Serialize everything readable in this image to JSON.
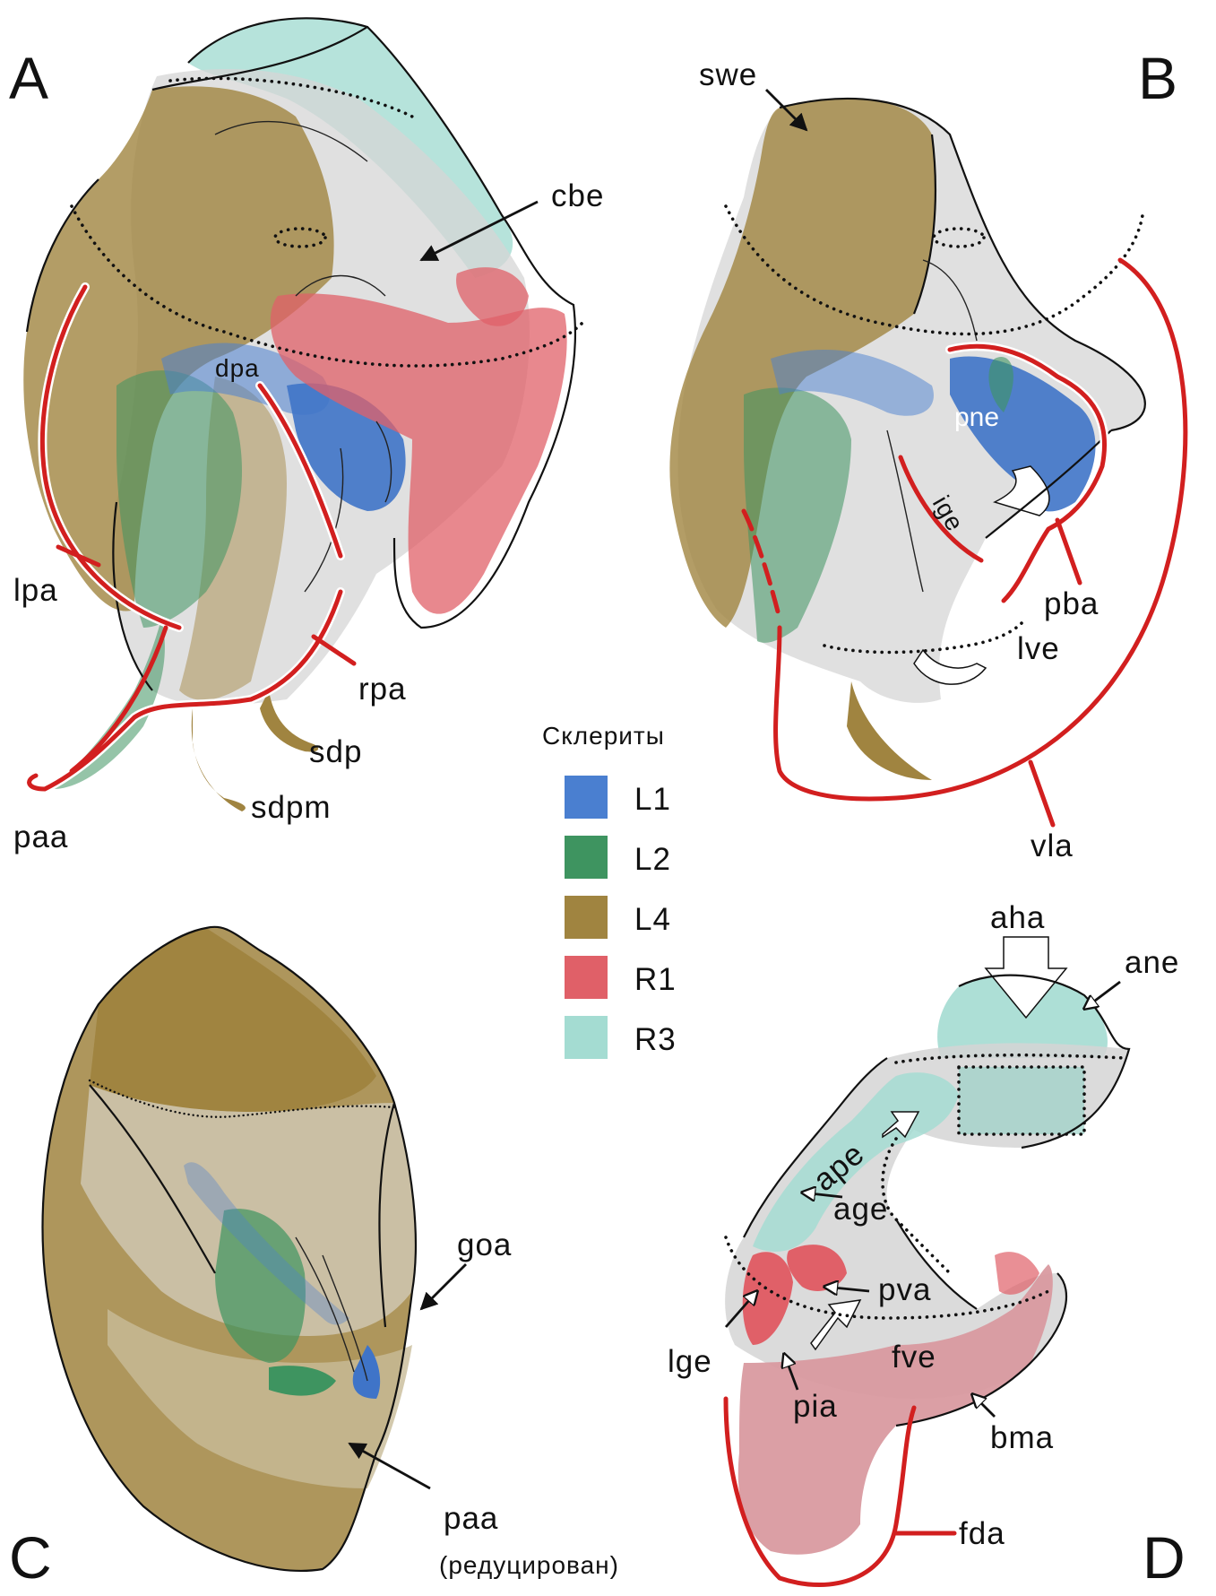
{
  "panels": {
    "A": {
      "letter": "A",
      "labels": {
        "cbe": "cbe",
        "dpa": "dpa",
        "lpa": "lpa",
        "rpa": "rpa",
        "sdp": "sdp",
        "sdpm": "sdpm",
        "paa": "paa"
      }
    },
    "B": {
      "letter": "B",
      "labels": {
        "swe": "swe",
        "pne": "pne",
        "ige": "ige",
        "pba": "pba",
        "lve": "lve",
        "vla": "vla"
      }
    },
    "C": {
      "letter": "C",
      "labels": {
        "goa": "goa",
        "paa": "paa",
        "paa_note": "(редуцирован)"
      }
    },
    "D": {
      "letter": "D",
      "labels": {
        "aha": "aha",
        "ane": "ane",
        "ape": "ape",
        "age": "age",
        "pva": "pva",
        "lge": "lge",
        "fve": "fve",
        "pia": "pia",
        "bma": "bma",
        "fda": "fda"
      }
    }
  },
  "legend": {
    "title": "Склериты",
    "items": [
      {
        "label": "L1",
        "color": "#4a7fd0"
      },
      {
        "label": "L2",
        "color": "#3e9460"
      },
      {
        "label": "L4",
        "color": "#a08440"
      },
      {
        "label": "R1",
        "color": "#e06068"
      },
      {
        "label": "R3",
        "color": "#a4dcd2"
      }
    ]
  },
  "colors": {
    "L1": "#3f74c8",
    "L2": "#3e9460",
    "L4": "#a08440",
    "L4_light": "#b7a273",
    "R1": "#e06068",
    "R1_light": "#d99aa0",
    "R3": "#a4dcd2",
    "membrane": "#d5d5d5",
    "red_line": "#d21f1f"
  }
}
